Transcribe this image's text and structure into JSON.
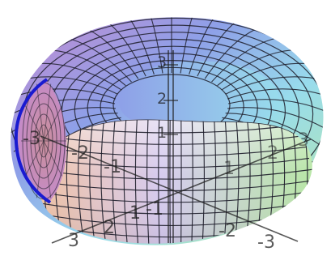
{
  "figure": {
    "surface": "torus",
    "axes_tick_labels": {
      "vertical_axis": [
        "3",
        "2",
        "1"
      ],
      "left_axis": [
        "-3",
        "-2",
        "-1"
      ],
      "front_axis": [
        "3",
        "2",
        "1",
        "-1",
        "-2",
        "-3"
      ],
      "right_axis": [
        "1",
        "2",
        "3"
      ]
    },
    "colors": {
      "mesh": "#1d1d2a",
      "cut_edge": "#1a1ad0",
      "magenta": "#c48ad0",
      "blue": "#8ea0e8",
      "cyan": "#98dcec",
      "green": "#b8e6a6",
      "peach": "#f0c2a4",
      "rose": "#c98f9a",
      "lavender": "#d6cbef"
    }
  }
}
